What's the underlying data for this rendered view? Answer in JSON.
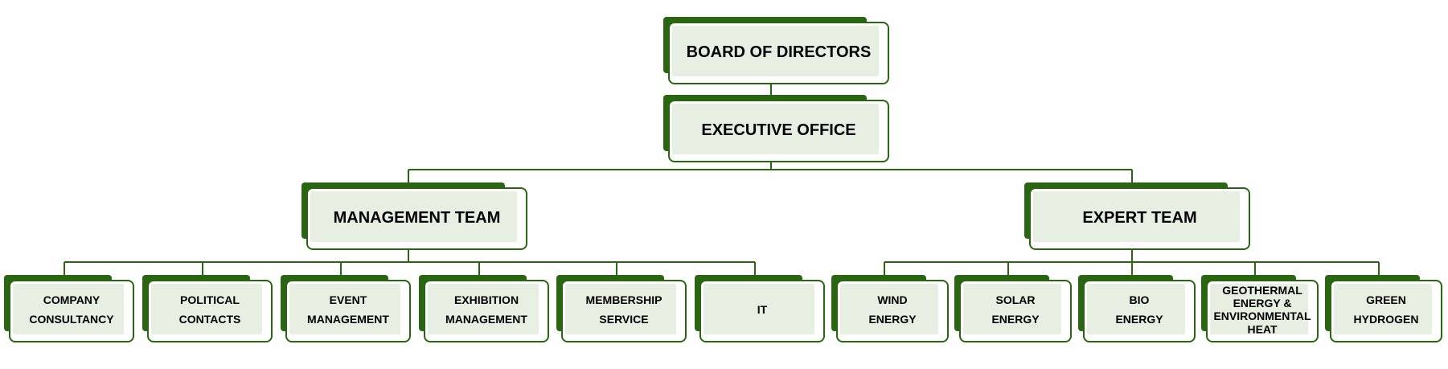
{
  "colors": {
    "accent": "#2a6611",
    "box_fill": "#e7efe3",
    "text": "#000000"
  },
  "org": {
    "board": "BOARD OF DIRECTORS",
    "executive": "EXECUTIVE OFFICE",
    "management": {
      "title": "MANAGEMENT TEAM",
      "units": [
        [
          "COMPANY",
          "CONSULTANCY"
        ],
        [
          "POLITICAL",
          "CONTACTS"
        ],
        [
          "EVENT",
          "MANAGEMENT"
        ],
        [
          "EXHIBITION",
          "MANAGEMENT"
        ],
        [
          "MEMBERSHIP",
          "SERVICE"
        ],
        [
          "IT"
        ]
      ]
    },
    "expert": {
      "title": "EXPERT TEAM",
      "units": [
        [
          "WIND",
          "ENERGY"
        ],
        [
          "SOLAR",
          "ENERGY"
        ],
        [
          "BIO",
          "ENERGY"
        ],
        [
          "GEOTHERMAL",
          "ENERGY &",
          "ENVIRONMENTAL",
          "HEAT"
        ],
        [
          "GREEN",
          "HYDROGEN"
        ]
      ]
    }
  }
}
